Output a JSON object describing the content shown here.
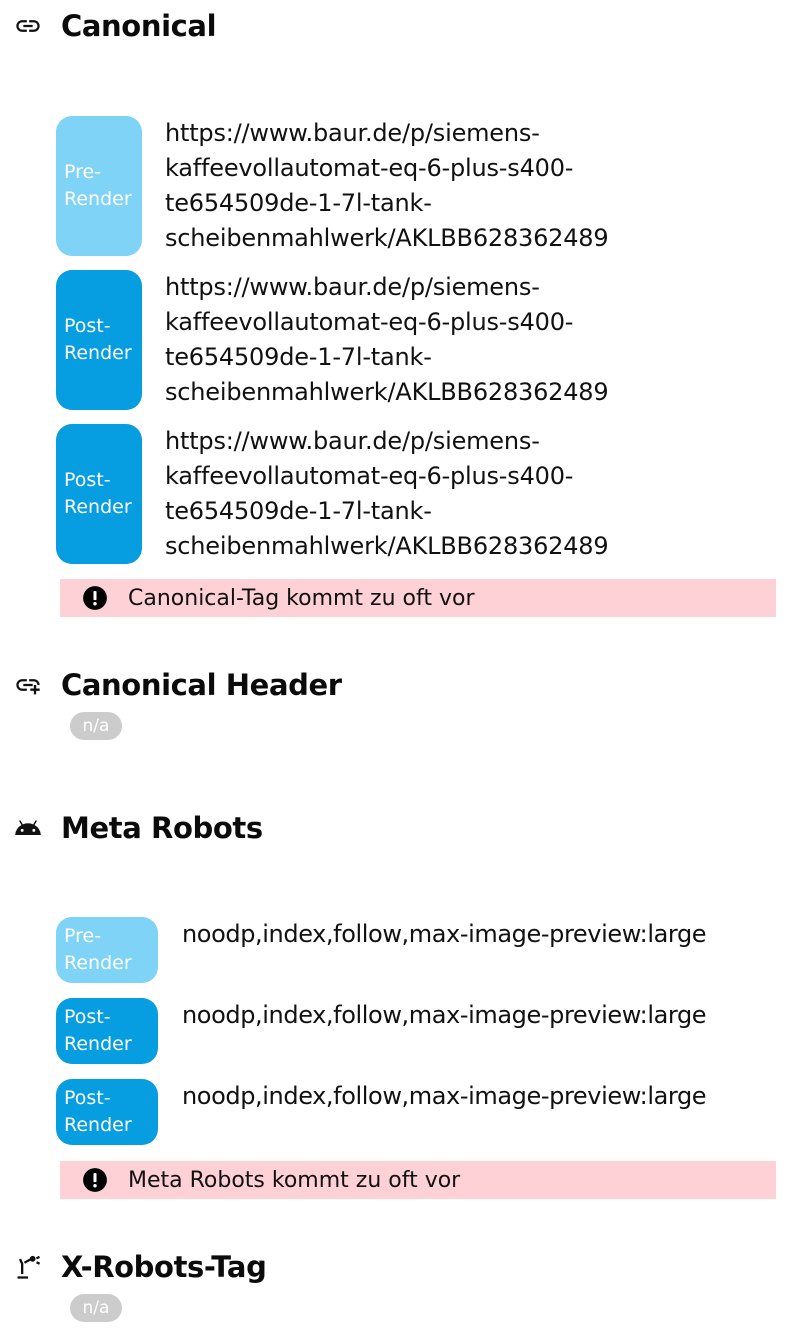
{
  "canonical": {
    "title": "Canonical",
    "rows": [
      {
        "badge": "Pre-\nRender",
        "type": "pre",
        "value": "https://www.baur.de/p/siemens-\nkaffeevollautomat-eq-6-plus-s400-\nte654509de-1-7l-tank-\nscheibenmahlwerk/AKLBB628362489"
      },
      {
        "badge": "Post-\nRender",
        "type": "post",
        "value": "https://www.baur.de/p/siemens-\nkaffeevollautomat-eq-6-plus-s400-\nte654509de-1-7l-tank-\nscheibenmahlwerk/AKLBB628362489"
      },
      {
        "badge": "Post-\nRender",
        "type": "post",
        "value": "https://www.baur.de/p/siemens-\nkaffeevollautomat-eq-6-plus-s400-\nte654509de-1-7l-tank-\nscheibenmahlwerk/AKLBB628362489"
      }
    ],
    "warning": "Canonical-Tag kommt zu oft vor"
  },
  "canonical_header": {
    "title": "Canonical Header",
    "status": "n/a"
  },
  "meta_robots": {
    "title": "Meta Robots",
    "rows": [
      {
        "badge": "Pre-\nRender",
        "type": "pre",
        "value": "noodp,index,follow,max-image-preview:large"
      },
      {
        "badge": "Post-\nRender",
        "type": "post",
        "value": "noodp,index,follow,max-image-preview:large"
      },
      {
        "badge": "Post-\nRender",
        "type": "post",
        "value": "noodp,index,follow,max-image-preview:large"
      }
    ],
    "warning": "Meta Robots kommt zu oft vor"
  },
  "x_robots_tag": {
    "title": "X-Robots-Tag",
    "status": "n/a"
  },
  "icons": {
    "canonical": "link-icon",
    "canonical_header": "link-add-icon",
    "meta_robots": "android-robot-icon",
    "x_robots_tag": "robotic-arm-icon",
    "warning": "exclamation-circle-icon"
  },
  "colors": {
    "pre_render_badge": "#7fd3f6",
    "post_render_badge": "#069ee0",
    "warning_background": "#fdd1d5",
    "na_badge": "#cccccc"
  }
}
